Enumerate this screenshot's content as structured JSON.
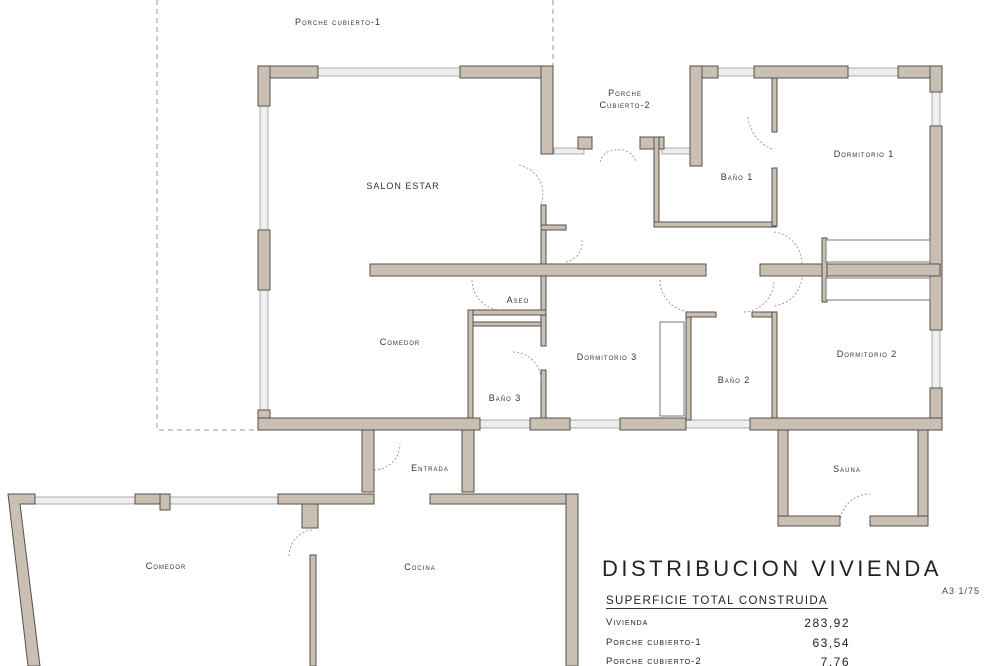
{
  "rooms": {
    "porche_cubierto_1": "Porche cubierto-1",
    "salon_estar": "SALON ESTAR",
    "porche_cubierto_2_line1": "Porche",
    "porche_cubierto_2_line2": "Cubierto-2",
    "bano_1": "Baño 1",
    "dormitorio_1": "Dormitorio 1",
    "aseo": "Aseo",
    "comedor_main": "Comedor",
    "dormitorio_3": "Dormitorio 3",
    "bano_2": "Baño 2",
    "dormitorio_2": "Dormitorio 2",
    "bano_3": "Baño 3",
    "entrada": "Entrada",
    "sauna": "Sauna",
    "comedor_annex": "Comedor",
    "cocina": "Cocina"
  },
  "legend": {
    "title": "DISTRIBUCION VIVIENDA",
    "scale": "A3 1/75",
    "subtitle": "SUPERFICIE TOTAL CONSTRUIDA",
    "rows": [
      {
        "label": "Vivienda",
        "value": "283,92"
      },
      {
        "label": "Porche cubierto-1",
        "value": "63,54"
      },
      {
        "label": "Porche cubierto-2",
        "value": "7,76"
      }
    ]
  }
}
